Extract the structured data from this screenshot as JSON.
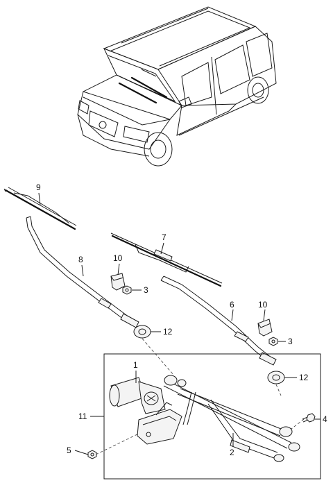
{
  "callouts": [
    {
      "id": "callout-9",
      "label": "9"
    },
    {
      "id": "callout-8",
      "label": "8"
    },
    {
      "id": "callout-7",
      "label": "7"
    },
    {
      "id": "callout-10-left",
      "label": "10"
    },
    {
      "id": "callout-3-left",
      "label": "3"
    },
    {
      "id": "callout-12-left",
      "label": "12"
    },
    {
      "id": "callout-6",
      "label": "6"
    },
    {
      "id": "callout-10-right",
      "label": "10"
    },
    {
      "id": "callout-3-right",
      "label": "3"
    },
    {
      "id": "callout-12-right",
      "label": "12"
    },
    {
      "id": "callout-1",
      "label": "1"
    },
    {
      "id": "callout-11",
      "label": "11"
    },
    {
      "id": "callout-4",
      "label": "4"
    },
    {
      "id": "callout-2",
      "label": "2"
    },
    {
      "id": "callout-5",
      "label": "5"
    }
  ],
  "colors": {
    "line": "#1a1a1a",
    "background": "#ffffff"
  }
}
